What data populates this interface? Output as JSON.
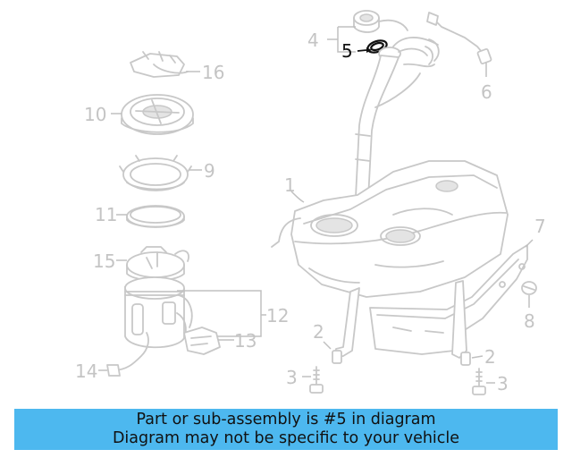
{
  "diagram": {
    "highlight_part": "5",
    "callouts": {
      "c1": "1",
      "c2a": "2",
      "c2b": "2",
      "c3a": "3",
      "c3b": "3",
      "c4": "4",
      "c5": "5",
      "c6": "6",
      "c7": "7",
      "c8": "8",
      "c9": "9",
      "c10": "10",
      "c11": "11",
      "c12": "12",
      "c13": "13",
      "c14": "14",
      "c15": "15",
      "c16": "16"
    }
  },
  "footer": {
    "line1": "Part or sub-assembly is #5 in diagram",
    "line2": "Diagram may not be specific to your vehicle"
  },
  "colors": {
    "banner": "#4db8ef",
    "line_art": "#c8c8c8",
    "highlight": "#111111"
  }
}
